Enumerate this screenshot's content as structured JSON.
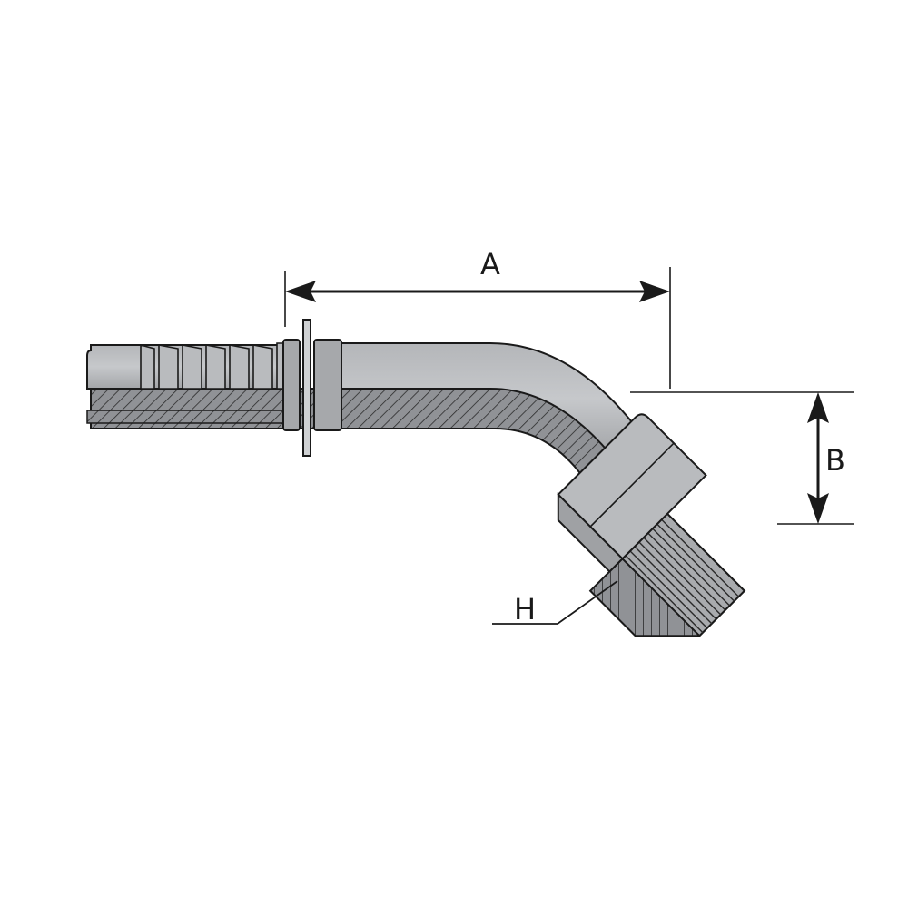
{
  "diagram": {
    "dimensions": {
      "a": "A",
      "b": "B",
      "h": "H"
    },
    "colors": {
      "metal": "#a9abae",
      "metal_light": "#c4c6c9",
      "metal_dark": "#8e9093",
      "section": "#909296",
      "outline": "#1a1a1a",
      "background": "#ffffff"
    }
  }
}
